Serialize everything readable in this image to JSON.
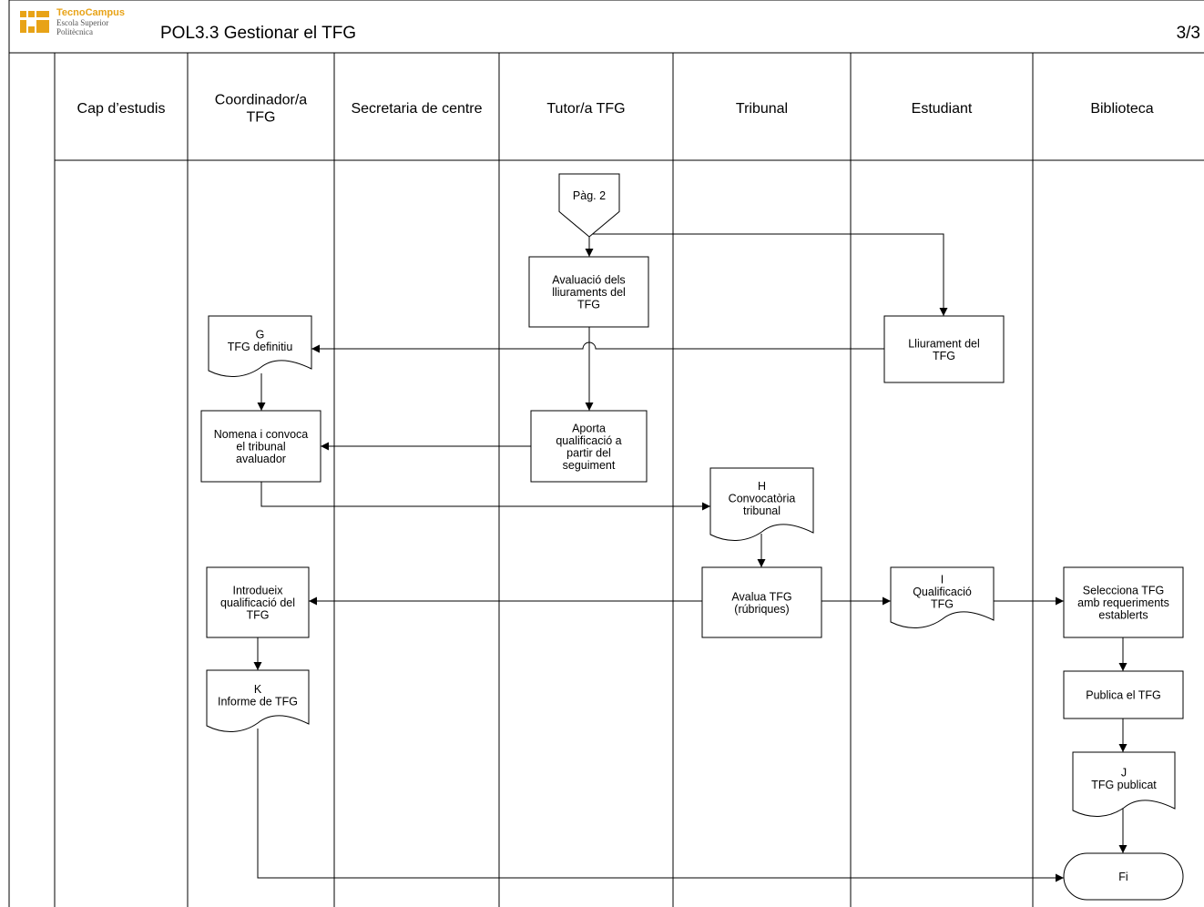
{
  "header": {
    "logo": {
      "brand": "TecnoCampus",
      "line1": "Escola Superior",
      "line2": "Politècnica",
      "brand_color": "#e8a317"
    },
    "title": "POL3.3 Gestionar el TFG",
    "page": "3/3"
  },
  "lanes": [
    {
      "id": "cap",
      "label": [
        "Cap d’estudis"
      ]
    },
    {
      "id": "coord",
      "label": [
        "Coordinador/a",
        "TFG"
      ]
    },
    {
      "id": "secr",
      "label": [
        "Secretaria de centre"
      ]
    },
    {
      "id": "tutor",
      "label": [
        "Tutor/a TFG"
      ]
    },
    {
      "id": "trib",
      "label": [
        "Tribunal"
      ]
    },
    {
      "id": "est",
      "label": [
        "Estudiant"
      ]
    },
    {
      "id": "bib",
      "label": [
        "Biblioteca"
      ]
    }
  ],
  "nodes": {
    "pag2": {
      "type": "offpage",
      "lines": [
        "Pàg. 2"
      ]
    },
    "avaluacio": {
      "type": "process",
      "lines": [
        "Avaluació dels",
        "lliuraments del",
        "TFG"
      ]
    },
    "lliurament": {
      "type": "process",
      "lines": [
        "Lliurament del",
        "TFG"
      ]
    },
    "docG": {
      "type": "document",
      "lines": [
        "G",
        "TFG definitiu"
      ]
    },
    "aporta": {
      "type": "process",
      "lines": [
        "Aporta",
        "qualificació a",
        "partir del",
        "seguiment"
      ]
    },
    "nomena": {
      "type": "process",
      "lines": [
        "Nomena i convoca",
        "el tribunal",
        "avaluador"
      ]
    },
    "docH": {
      "type": "document",
      "lines": [
        "H",
        "Convocatòria",
        "tribunal"
      ]
    },
    "avalua": {
      "type": "process",
      "lines": [
        "Avalua TFG",
        "(rúbriques)"
      ]
    },
    "docI": {
      "type": "document",
      "lines": [
        "I",
        "Qualificació",
        "TFG"
      ]
    },
    "selecciona": {
      "type": "process",
      "lines": [
        "Selecciona TFG",
        "amb requeriments",
        "establerts"
      ]
    },
    "introdueix": {
      "type": "process",
      "lines": [
        "Introdueix",
        "qualificació del",
        "TFG"
      ]
    },
    "docK": {
      "type": "document",
      "lines": [
        "K",
        "Informe de TFG"
      ]
    },
    "publica": {
      "type": "process",
      "lines": [
        "Publica el TFG"
      ]
    },
    "docJ": {
      "type": "document",
      "lines": [
        "J",
        "TFG publicat"
      ]
    },
    "fi": {
      "type": "terminator",
      "lines": [
        "Fi"
      ]
    }
  },
  "connections": [
    {
      "from": "pag2",
      "to": "avaluacio"
    },
    {
      "from": "pag2",
      "to": "lliurament"
    },
    {
      "from": "lliurament",
      "to": "docG"
    },
    {
      "from": "avaluacio",
      "to": "aporta"
    },
    {
      "from": "docG",
      "to": "nomena"
    },
    {
      "from": "aporta",
      "to": "nomena"
    },
    {
      "from": "nomena",
      "to": "docH"
    },
    {
      "from": "docH",
      "to": "avalua"
    },
    {
      "from": "avalua",
      "to": "introdueix"
    },
    {
      "from": "avalua",
      "to": "docI"
    },
    {
      "from": "docI",
      "to": "selecciona"
    },
    {
      "from": "introdueix",
      "to": "docK"
    },
    {
      "from": "selecciona",
      "to": "publica"
    },
    {
      "from": "publica",
      "to": "docJ"
    },
    {
      "from": "docJ",
      "to": "fi"
    },
    {
      "from": "docK",
      "to": "fi"
    }
  ]
}
